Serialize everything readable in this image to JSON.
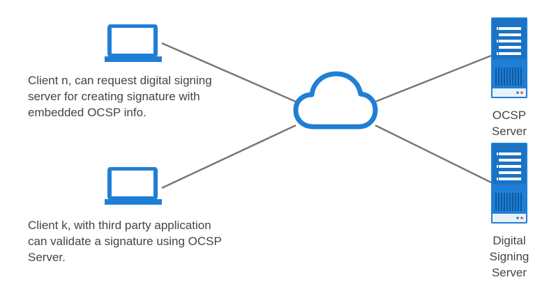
{
  "clients": [
    {
      "id": "client-n",
      "description_lines": [
        "Client n, can request digital signing",
        "server for creating signature with",
        "embedded OCSP info."
      ]
    },
    {
      "id": "client-k",
      "description_lines": [
        "Client k, with third party application",
        "can validate a signature using OCSP",
        "Server."
      ]
    }
  ],
  "servers": [
    {
      "id": "ocsp-server",
      "label_lines": [
        "OCSP",
        "Server"
      ]
    },
    {
      "id": "digital-signing-server",
      "label_lines": [
        "Digital",
        "Signing",
        "Server"
      ]
    }
  ],
  "network": {
    "icon": "cloud-icon"
  },
  "icons": {
    "client": "laptop-icon",
    "server": "server-rack-icon"
  },
  "colors": {
    "icon_blue": "#1f7fd6",
    "icon_dark_blue": "#1565b5",
    "server_light": "#e8f2fb",
    "server_led_red": "#e05050",
    "line": "#777777",
    "text": "#444444"
  }
}
